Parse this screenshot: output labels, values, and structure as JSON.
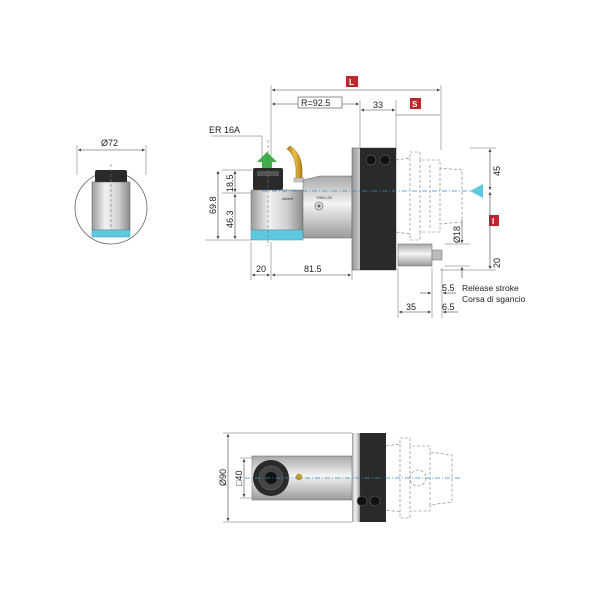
{
  "dimensions": {
    "d72": "Ø72",
    "er": "ER 16A",
    "L": "L",
    "S": "S",
    "I": "I",
    "R": "R=92.5",
    "d33": "33",
    "d18_5": "18.5",
    "d69_8": "69.8",
    "d46_3": "46.3",
    "d20_bottom": "20",
    "d81_5": "81.5",
    "d45": "45",
    "d18": "Ø18",
    "d20_right": "20",
    "d5_5": "5.5",
    "d35": "35",
    "d6_5": "6.5",
    "d90": "Ø90",
    "d40": "□40"
  },
  "notes": {
    "release_en": "Release stroke",
    "release_it": "Corsa di sgancio"
  },
  "markings": {
    "brand": "Alberti",
    "model": "THB-L20"
  },
  "colors": {
    "tag_red": "#c0272d",
    "accent_green": "#3fae49",
    "coolant_blue": "#5ec8e0",
    "brass": "#d4a02a",
    "dark_body": "#2a2a2a"
  }
}
